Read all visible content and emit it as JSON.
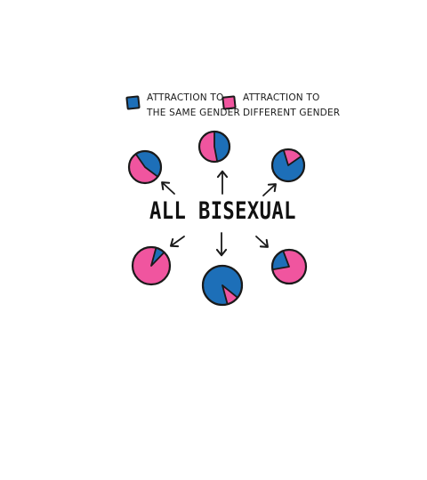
{
  "legend": {
    "same": {
      "line1": "Attraction to",
      "line2": "the same gender",
      "color": "#1d6fb8"
    },
    "different": {
      "line1": "Attraction to",
      "line2": "different gender",
      "color": "#f0559f"
    }
  },
  "center": {
    "title": "ALL BISEXUAL"
  },
  "colors": {
    "same": "#1d6fb8",
    "different": "#f0559f",
    "outline": "#1a1a1a"
  },
  "chart_data": {
    "type": "pie",
    "series_keys": [
      "same",
      "different"
    ],
    "pies": [
      {
        "same": 0.45,
        "different": 0.55
      },
      {
        "same": 0.47,
        "different": 0.53
      },
      {
        "same": 0.8,
        "different": 0.2
      },
      {
        "same": 0.08,
        "different": 0.92
      },
      {
        "same": 0.9,
        "different": 0.1
      },
      {
        "same": 0.22,
        "different": 0.78
      }
    ]
  }
}
